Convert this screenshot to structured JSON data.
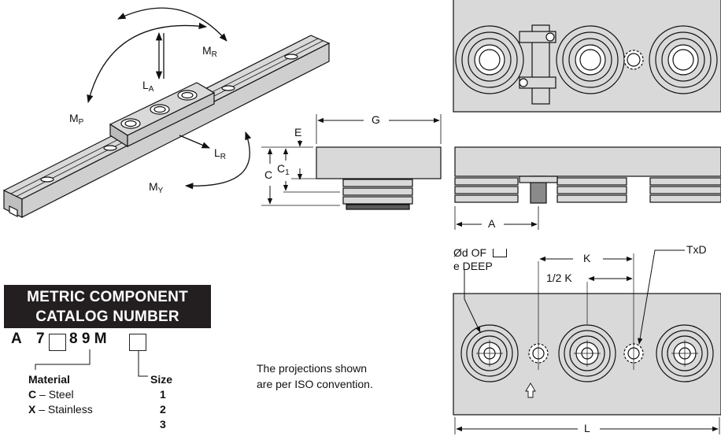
{
  "labels": {
    "mr": "M",
    "mr_sub": "R",
    "la": "L",
    "la_sub": "A",
    "mp": "M",
    "mp_sub": "P",
    "lr": "L",
    "lr_sub": "R",
    "my": "M",
    "my_sub": "Y",
    "e": "E",
    "c": "C",
    "c1": "C",
    "c1_sub": "1",
    "g": "G",
    "a": "A",
    "k": "K",
    "half_k": "1/2 K",
    "txd": "TxD",
    "bore_line1": "Ød OF",
    "bore_line2": "e DEEP",
    "l": "L"
  },
  "catalog": {
    "title_line1": "METRIC COMPONENT",
    "title_line2": "CATALOG NUMBER",
    "prefix": "A",
    "digit": "7",
    "middle": "8 9 M",
    "material_header": "Material",
    "material_c_code": "C",
    "material_c_text": " – Steel",
    "material_x_code": "X",
    "material_x_text": " – Stainless",
    "size_header": "Size",
    "sizes": [
      "1",
      "2",
      "3"
    ]
  },
  "note": {
    "line1": "The projections shown",
    "line2": "are per ISO convention."
  },
  "colors": {
    "fill_gray": "#d9d9d9",
    "dark_gray": "#5a5a5a",
    "badge_bg": "#231f20",
    "line": "#111111"
  }
}
